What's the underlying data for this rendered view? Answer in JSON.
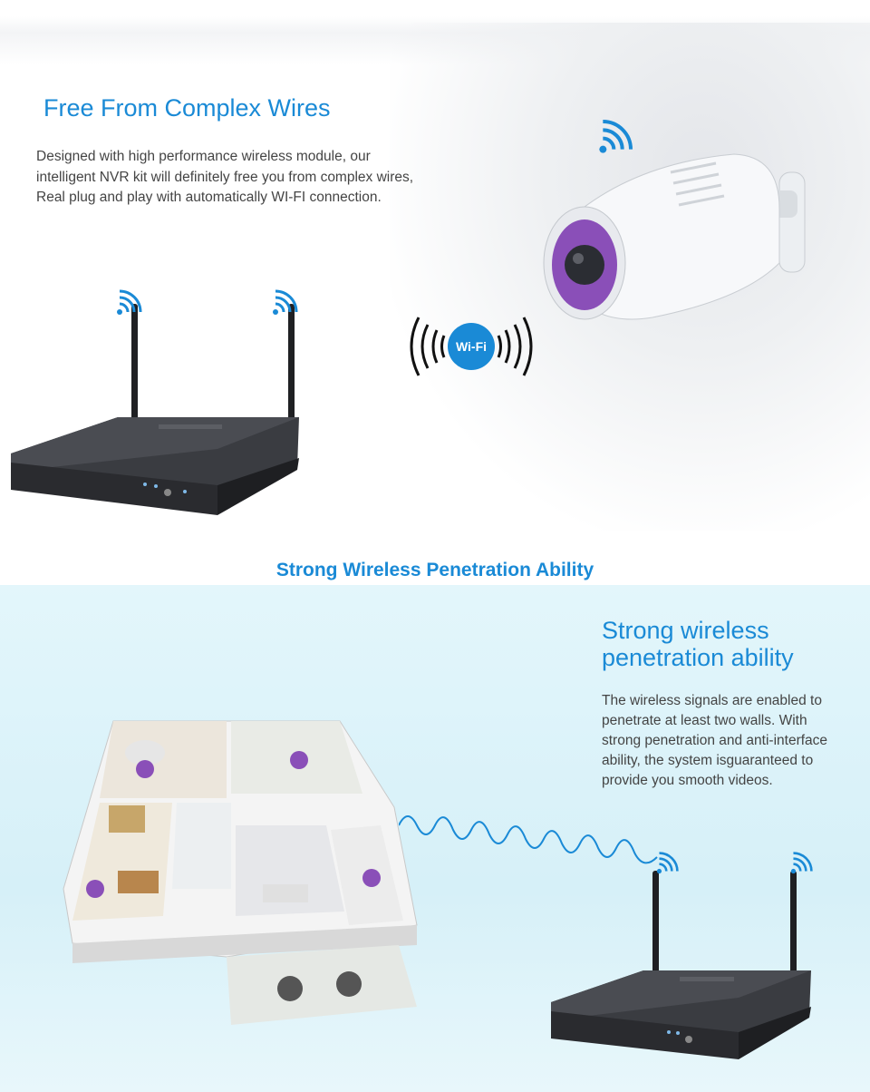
{
  "top": {
    "title": "Free From Complex Wires",
    "description": "Designed with high performance wireless module, our intelligent NVR kit will definitely free you from complex wires, Real plug and play with automatically WI-FI connection.",
    "wifi_badge": "Wi-Fi"
  },
  "middle": {
    "title": "Strong Wireless Penetration Ability"
  },
  "bottom": {
    "title": "Strong wireless penetration ability",
    "description": "The wireless signals are enabled to penetrate at least two walls. With strong penetration and anti-interface ability, the system isguaranteed to provide you smooth videos."
  },
  "colors": {
    "accent": "#1a8ad6",
    "text": "#444444",
    "panel": "#d6f0f8",
    "device": "#2b2d31"
  },
  "icons": [
    "wifi-signal-icon",
    "wifi-badge-icon"
  ]
}
